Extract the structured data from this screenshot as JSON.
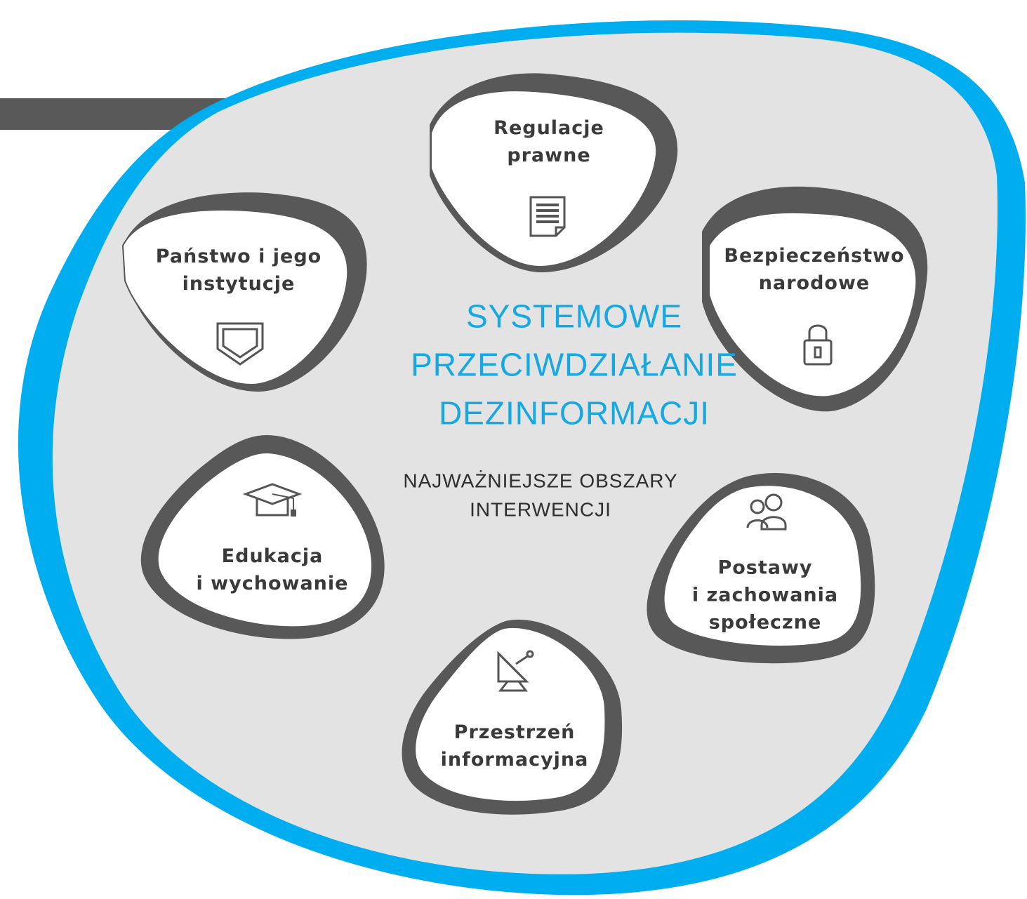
{
  "title": {
    "lines": [
      "SYSTEMOWE",
      "PRZECIWDZIAŁANIE",
      "DEZINFORMACJI"
    ],
    "color": "#17a8e2"
  },
  "subtitle": {
    "lines": [
      "NAJWAŻNIEJSZE OBSZARY",
      "INTERWENCJI"
    ]
  },
  "areas": [
    {
      "lines": [
        "Regulacje",
        "prawne"
      ],
      "icon": "document-icon"
    },
    {
      "lines": [
        "Bezpieczeństwo",
        "narodowe"
      ],
      "icon": "padlock-icon"
    },
    {
      "lines": [
        "Postawy",
        "i zachowania",
        "społeczne"
      ],
      "icon": "people-icon"
    },
    {
      "lines": [
        "Przestrzeń",
        "informacyjna"
      ],
      "icon": "satellite-dish-icon"
    },
    {
      "lines": [
        "Edukacja",
        "i wychowanie"
      ],
      "icon": "graduation-cap-icon"
    },
    {
      "lines": [
        "Państwo i jego",
        "instytucje"
      ],
      "icon": "shield-icon"
    }
  ],
  "colors": {
    "accent_blue": "#00aeef",
    "blob_fill": "#e3e3e3",
    "pick_shadow": "#585858",
    "pick_fill": "#ffffff",
    "icon_stroke": "#555555"
  }
}
